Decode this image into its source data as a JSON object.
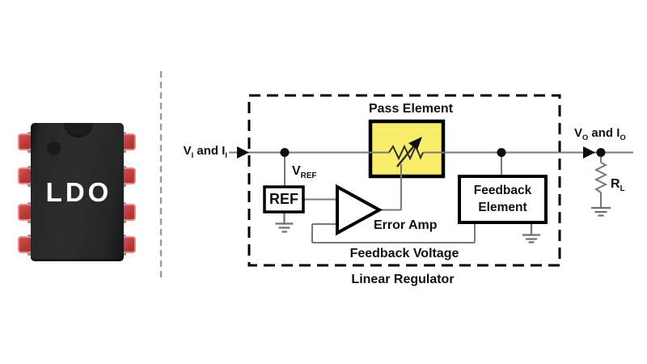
{
  "chip": {
    "label": "LDO",
    "body_color": "#262626",
    "pin_fill_color": "#b93b3b",
    "pin_edge_color": "#ee8989",
    "stub_color": "#8e8e8e"
  },
  "divider": {
    "color": "#9b9b9b",
    "style": "dashed-vertical"
  },
  "diagram": {
    "outer_box_label": "Linear Regulator",
    "input_label": {
      "v": "V",
      "v_sub": "I",
      "mid": "and",
      "i": "I",
      "i_sub": "I"
    },
    "output_label": {
      "v": "V",
      "v_sub": "O",
      "mid": "and",
      "i": "I",
      "i_sub": "O"
    },
    "vref_label": {
      "main": "V",
      "sub": "REF"
    },
    "ref_box_label": "REF",
    "pass_element_label": "Pass Element",
    "error_amp_label": "Error Amp",
    "feedback_box": {
      "line1": "Feedback",
      "line2": "Element"
    },
    "feedback_voltage_label": "Feedback Voltage",
    "load_label": {
      "main": "R",
      "sub": "L"
    },
    "colors": {
      "pass_element_fill": "#f8ee6b",
      "wire_gray": "#787878",
      "outline_black": "#000000",
      "dashed_box": "#000000"
    }
  }
}
